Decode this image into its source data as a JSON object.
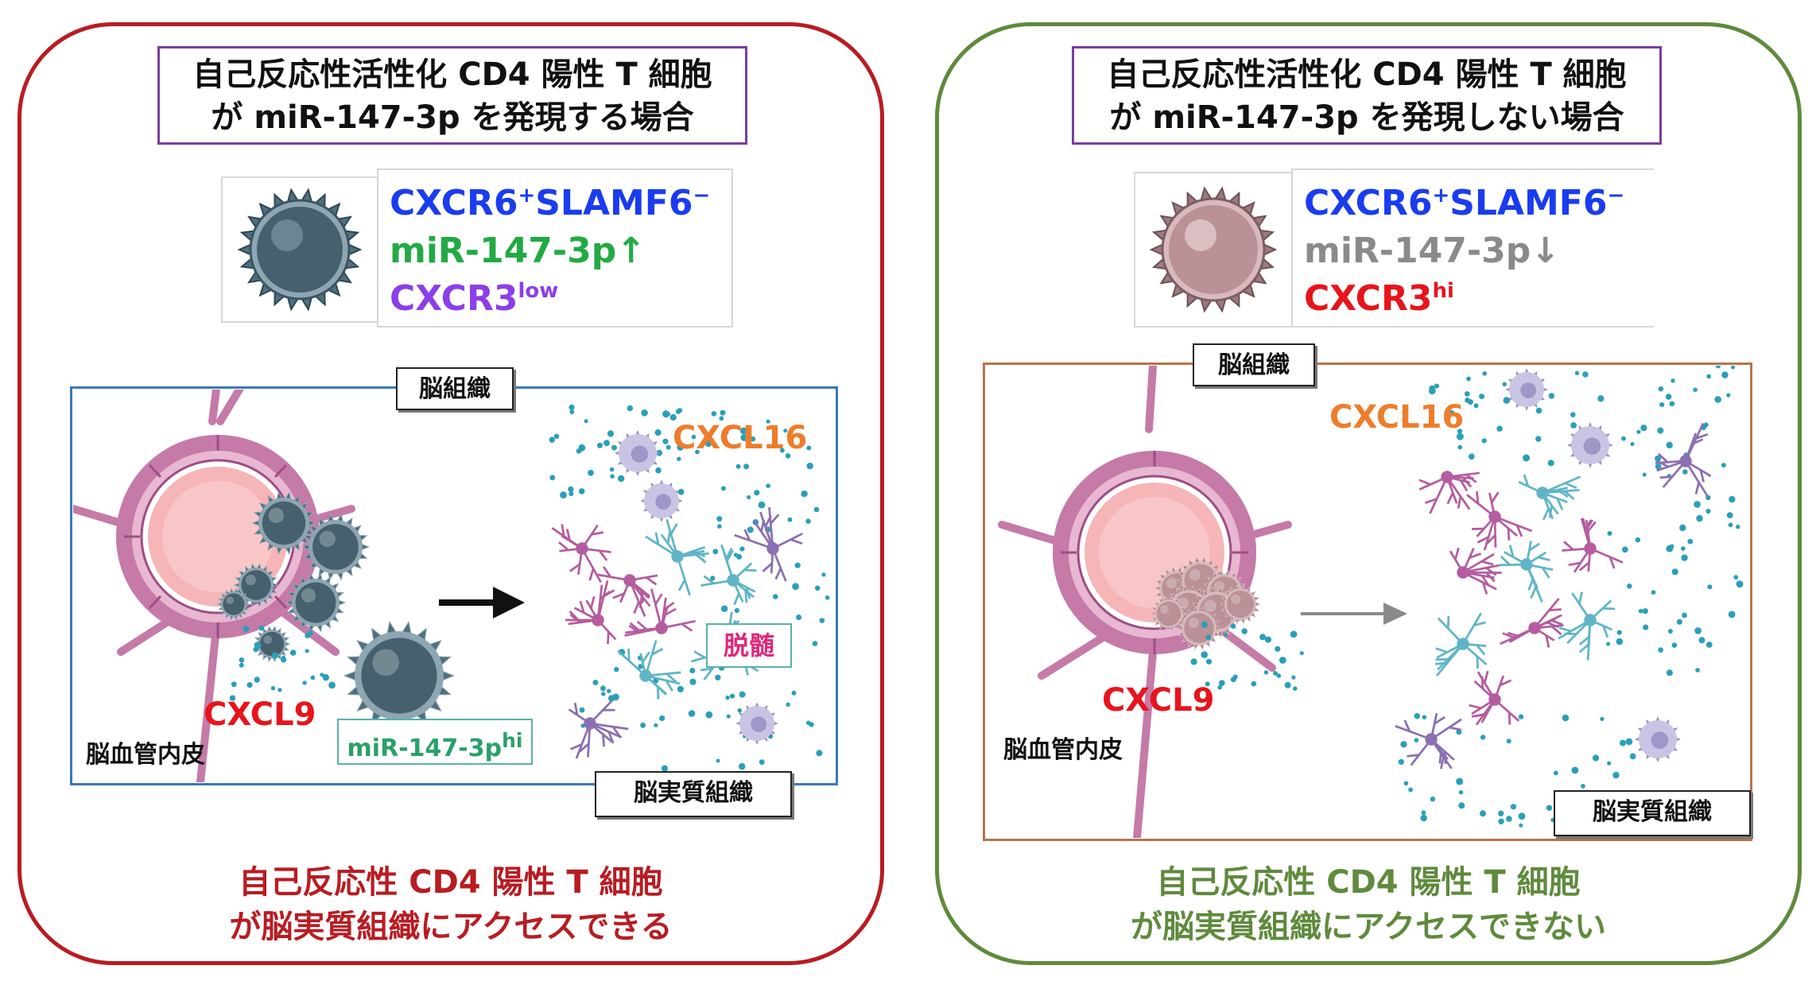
{
  "colors": {
    "left_border": "#b81c22",
    "right_border": "#5f8a3c",
    "title_border": "#7a3e9d",
    "cxcr6": "#1a3cf0",
    "mir_up": "#22aa44",
    "mir_down": "#8a8a8a",
    "cxcr3_low": "#8b3fe8",
    "cxcr3_hi": "#e8141b",
    "cxcl16": "#ee7d2b",
    "cxcl9": "#e8141b",
    "demyelination": "#e0287a",
    "left_frame": "#3b78b8",
    "right_frame": "#b8734a",
    "left_conclusion": "#b81c22",
    "right_conclusion": "#5f8a3c"
  },
  "left": {
    "title_line1": "自己反応性活性化 CD4 陽性 T 細胞",
    "title_line2": "が miR-147-3p を発現する場合",
    "marker1": "CXCR6",
    "marker1_sup_plus": "+",
    "marker1b": "SLAMF6",
    "marker1_sup_minus": "−",
    "marker2": "miR-147-3p↑",
    "marker3": "CXCR3",
    "marker3_sup": "low",
    "tag_brain_tissue": "脳組織",
    "cxcl16": "CXCL16",
    "demyelination": "脱髄",
    "cxcl9": "CXCL9",
    "endothelium": "脳血管内皮",
    "mir_hi_base": "miR-147-3p",
    "mir_hi_sup": "hi",
    "tag_parenchyma": "脳実質組織",
    "conclusion_line1": "自己反応性 CD4 陽性 T 細胞",
    "conclusion_line2": "が脳実質組織にアクセスできる"
  },
  "right": {
    "title_line1": "自己反応性活性化 CD4 陽性 T 細胞",
    "title_line2": "が miR-147-3p を発現しない場合",
    "marker1": "CXCR6",
    "marker1_sup_plus": "+",
    "marker1b": "SLAMF6",
    "marker1_sup_minus": "−",
    "marker2": "miR-147-3p↓",
    "marker3": "CXCR3",
    "marker3_sup": "hi",
    "tag_brain_tissue": "脳組織",
    "cxcl16": "CXCL16",
    "cxcl9": "CXCL9",
    "endothelium": "脳血管内皮",
    "tag_parenchyma": "脳実質組織",
    "conclusion_line1": "自己反応性 CD4 陽性 T 細胞",
    "conclusion_line2": "が脳実質組織にアクセスできない"
  },
  "icons": {
    "t_cell_expressing": "t-cell-icon",
    "t_cell_not_expressing": "t-cell-icon",
    "vessel": "blood-vessel-icon",
    "neurons": "neuron-network-icon",
    "microglia": "microglia-icon",
    "arrow": "arrow-right-icon"
  }
}
